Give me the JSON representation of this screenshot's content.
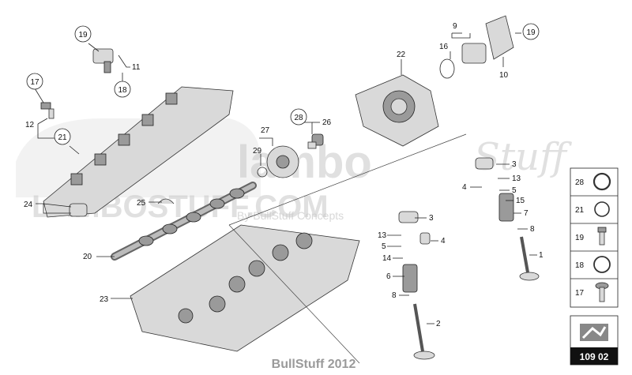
{
  "watermark": {
    "brand": "lambo",
    "script": "Stuff",
    "banner": "LAMBOSTUFF.COM",
    "by": "By BullStuff Concepts"
  },
  "footer": "BullStuff 2012",
  "page_code": "109 02",
  "circled_labels": [
    "19",
    "17",
    "21",
    "28",
    "19"
  ],
  "plain_labels": {
    "n11": "11",
    "n18": "18",
    "n12": "12",
    "n22": "22",
    "n9": "9",
    "n16": "16",
    "n10": "10",
    "n27": "27",
    "n26": "26",
    "n29": "29",
    "n20": "20",
    "n24": "24",
    "n25": "25",
    "n23": "23",
    "n3a": "3",
    "n13a": "13",
    "n4a": "4",
    "n5a": "5",
    "n15a": "15",
    "n3b": "3",
    "n7": "7",
    "n8a": "8",
    "n1": "1",
    "n13b": "13",
    "n5b": "5",
    "n4b": "4",
    "n14": "14",
    "n6": "6",
    "n8b": "8",
    "n2": "2"
  },
  "legend": [
    "28",
    "21",
    "19",
    "18",
    "17"
  ]
}
